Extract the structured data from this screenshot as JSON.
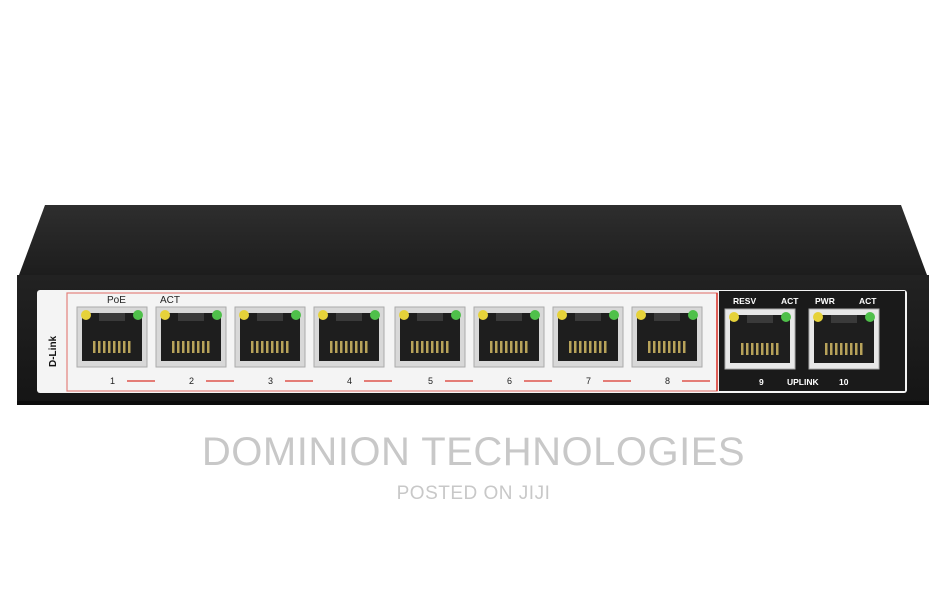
{
  "device": {
    "brand": "D-Link",
    "led_labels": {
      "poe": "PoE",
      "act": "ACT"
    },
    "ports": [
      "1",
      "2",
      "3",
      "4",
      "5",
      "6",
      "7",
      "8"
    ],
    "uplink": {
      "labels": [
        "RESV",
        "ACT",
        "PWR",
        "ACT"
      ],
      "ports": [
        "9",
        "10"
      ],
      "title": "UPLINK"
    },
    "colors": {
      "led_yellow": "#e6d23a",
      "led_green": "#4fc04a",
      "accent_red": "#d9352b"
    }
  },
  "watermark": {
    "title": "DOMINION TECHNOLOGIES",
    "subtitle": "POSTED ON JIJI"
  }
}
